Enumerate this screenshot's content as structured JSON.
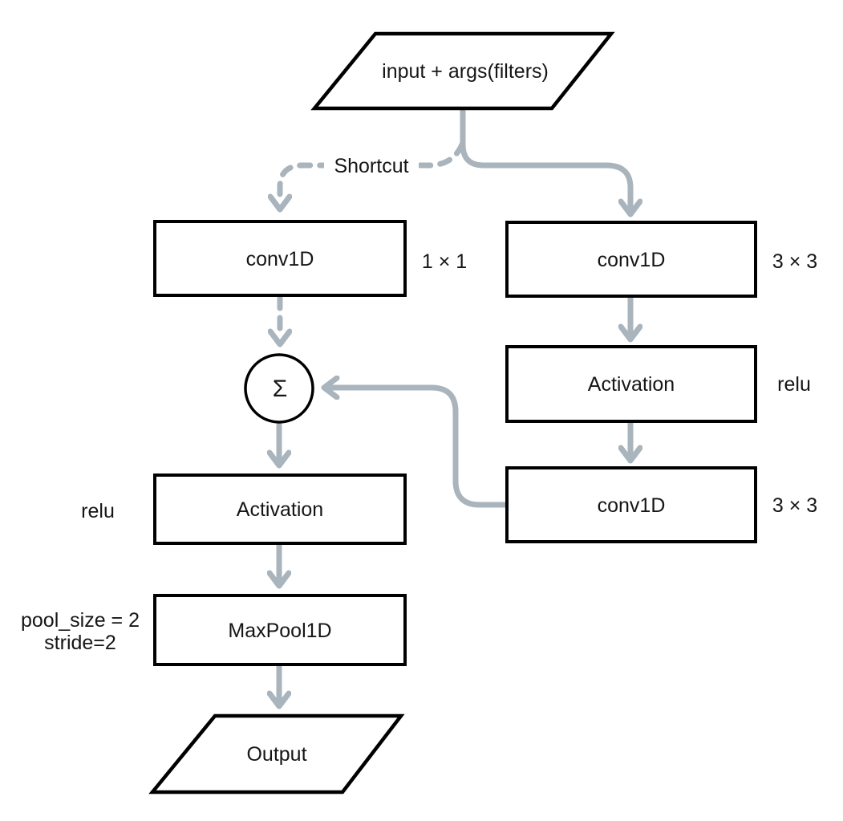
{
  "diagram": {
    "type": "flowchart",
    "description": "1D convolutional residual block diagram",
    "colors": {
      "background": "#ffffff",
      "connector": "#a9b4bd",
      "node_border": "#000000",
      "node_fill": "#ffffff",
      "text": "#161616"
    },
    "edges": {
      "shortcut_label": "Shortcut"
    },
    "nodes": {
      "input": {
        "label": "input + args(filters)",
        "shape": "parallelogram"
      },
      "conv_shortcut": {
        "label": "conv1D",
        "annotation": "1 × 1"
      },
      "conv_branch_1": {
        "label": "conv1D",
        "annotation": "3 × 3"
      },
      "activation_branch": {
        "label": "Activation",
        "annotation": "relu"
      },
      "conv_branch_2": {
        "label": "conv1D",
        "annotation": "3 × 3"
      },
      "sum": {
        "label": "Σ"
      },
      "activation_main": {
        "label": "Activation",
        "annotation": "relu"
      },
      "maxpool": {
        "label": "MaxPool1D",
        "annotation_line_1": "pool_size = 2",
        "annotation_line_2": "stride=2"
      },
      "output": {
        "label": "Output",
        "shape": "parallelogram"
      }
    }
  }
}
